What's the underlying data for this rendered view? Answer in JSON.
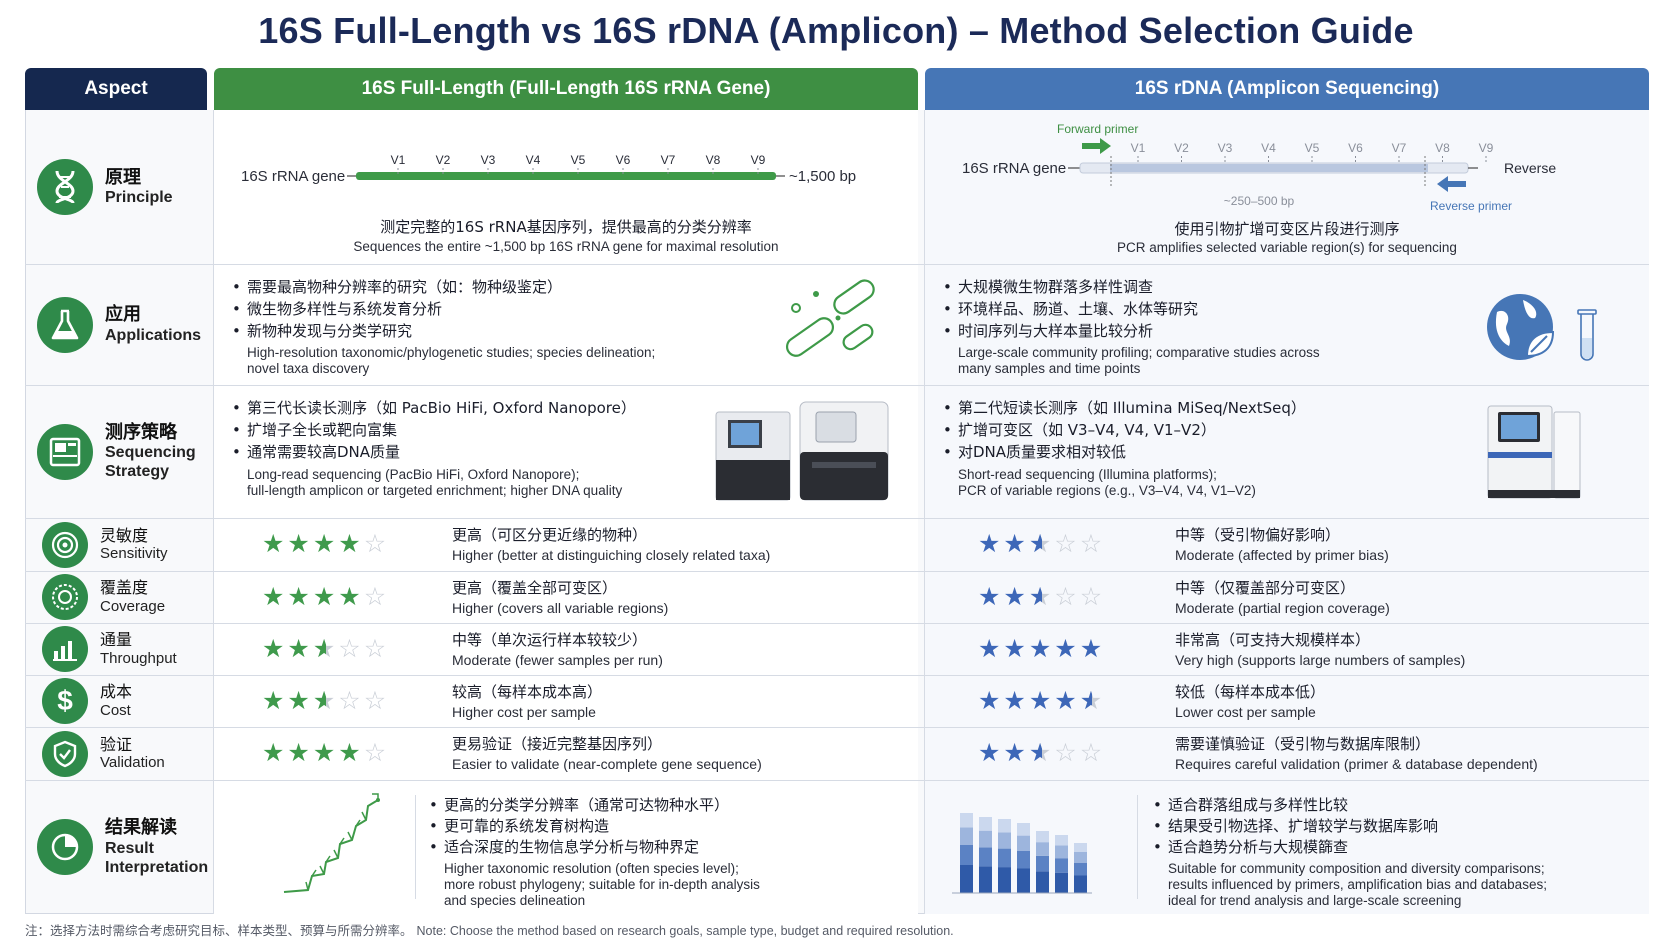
{
  "title": "16S Full-Length vs 16S rDNA (Amplicon) – Method Selection Guide",
  "headers": {
    "aspect": "Aspect",
    "full": "16S Full-Length (Full-Length 16S rRNA Gene)",
    "amplicon": "16S rDNA (Amplicon Sequencing)"
  },
  "aspects": [
    {
      "zh": "原理",
      "en": "Principle",
      "icon": "dna-icon"
    },
    {
      "zh": "应用",
      "en": "Applications",
      "icon": "flask-icon"
    },
    {
      "zh": "测序策略",
      "en_line1": "Sequencing",
      "en_line2": "Strategy",
      "icon": "sequencer-icon"
    },
    {
      "zh": "灵敏度",
      "en": "Sensitivity",
      "icon": "target-icon"
    },
    {
      "zh": "覆盖度",
      "en": "Coverage",
      "icon": "coverage-icon"
    },
    {
      "zh": "通量",
      "en": "Throughput",
      "icon": "bar-chart-icon"
    },
    {
      "zh": "成本",
      "en": "Cost",
      "icon": "dollar-icon"
    },
    {
      "zh": "验证",
      "en": "Validation",
      "icon": "shield-check-icon"
    },
    {
      "zh": "结果解读",
      "en_line1": "Result",
      "en_line2": "Interpretation",
      "icon": "pie-chart-icon"
    }
  ],
  "principle": {
    "full": {
      "gene_label": "16S rRNA gene",
      "length_label": "~1,500 bp",
      "regions": [
        "V1",
        "V2",
        "V3",
        "V4",
        "V5",
        "V6",
        "V7",
        "V8",
        "V9"
      ],
      "zh": "测定完整的16S rRNA基因序列，提供最高的分类分辨率",
      "en": "Sequences the entire ~1,500 bp 16S rRNA gene for maximal resolution"
    },
    "amplicon": {
      "gene_label": "16S rRNA gene",
      "forward_primer": "Forward primer",
      "reverse_label": "Reverse",
      "reverse_primer": "Reverse primer",
      "length_label": "~250–500 bp",
      "regions": [
        "V1",
        "V2",
        "V3",
        "V4",
        "V5",
        "V6",
        "V7",
        "V8",
        "V9"
      ],
      "zh": "使用引物扩增可变区片段进行测序",
      "en": "PCR amplifies selected variable region(s) for sequencing"
    }
  },
  "applications": {
    "full": {
      "bullets": [
        "需要最高物种分辨率的研究（如：物种级鉴定）",
        "微生物多样性与系统发育分析",
        "新物种发现与分类学研究"
      ],
      "en_line1": "High-resolution taxonomic/phylogenetic studies; species delineation;",
      "en_line2": "novel taxa discovery"
    },
    "amplicon": {
      "bullets": [
        "大规模微生物群落多样性调查",
        "环境样品、肠道、土壤、水体等研究",
        "时间序列与大样本量比较分析"
      ],
      "en_line1": "Large-scale community profiling; comparative studies across",
      "en_line2": "many samples and time points"
    }
  },
  "strategy": {
    "full": {
      "bullets": [
        "第三代长读长测序（如 PacBio HiFi, Oxford Nanopore）",
        "扩增子全长或靶向富集",
        "通常需要较高DNA质量"
      ],
      "en_line1": "Long-read sequencing (PacBio HiFi, Oxford Nanopore);",
      "en_line2": "full-length amplicon or targeted enrichment; higher DNA quality"
    },
    "amplicon": {
      "bullets": [
        "第二代短读长测序（如 Illumina MiSeq/NextSeq）",
        "扩增可变区（如 V3–V4, V4, V1–V2）",
        "对DNA质量要求相对较低"
      ],
      "en_line1": "Short-read sequencing (Illumina platforms);",
      "en_line2": "PCR of variable regions (e.g., V3–V4, V4, V1–V2)"
    }
  },
  "ratings": [
    {
      "full": {
        "stars": 4,
        "zh": "更高（可区分更近缘的物种）",
        "en": "Higher (better at distinguiching closely related taxa)"
      },
      "amplicon": {
        "stars": 2.5,
        "zh": "中等（受引物偏好影响）",
        "en": "Moderate (affected by primer bias)"
      }
    },
    {
      "full": {
        "stars": 4,
        "zh": "更高（覆盖全部可变区）",
        "en": "Higher (covers all variable regions)"
      },
      "amplicon": {
        "stars": 2.5,
        "zh": "中等（仅覆盖部分可变区）",
        "en": "Moderate (partial region coverage)"
      }
    },
    {
      "full": {
        "stars": 2.5,
        "zh": "中等（单次运行样本较较少）",
        "en": "Moderate (fewer samples per run)"
      },
      "amplicon": {
        "stars": 5,
        "zh": "非常高（可支持大规模样本）",
        "en": "Very high (supports large numbers of samples)"
      }
    },
    {
      "full": {
        "stars": 2.5,
        "zh": "较高（每样本成本高）",
        "en": "Higher cost per sample"
      },
      "amplicon": {
        "stars": 4.5,
        "zh": "较低（每样本成本低）",
        "en": "Lower cost per sample"
      }
    },
    {
      "full": {
        "stars": 4,
        "zh": "更易验证（接近完整基因序列）",
        "en": "Easier to validate (near-complete gene sequence)"
      },
      "amplicon": {
        "stars": 2.5,
        "zh": "需要谨慎验证（受引物与数据库限制）",
        "en": "Requires careful validation (primer & database dependent)"
      }
    }
  ],
  "results": {
    "full": {
      "bullets": [
        "更高的分类学分辨率（通常可达物种水平）",
        "更可靠的系统发育树构造",
        "适合深度的生物信息学分析与物种界定"
      ],
      "en_line1": "Higher taxonomic resolution (often species level);",
      "en_line2": "more robust phylogeny; suitable for in-depth analysis",
      "en_line3": "and species delineation"
    },
    "amplicon": {
      "bullets": [
        "适合群落组成与多样性比较",
        "结果受引物选择、扩增较学与数据库影响",
        "适合趋势分析与大规模篩查"
      ],
      "en_line1": "Suitable for community composition and diversity comparisons;",
      "en_line2": "results influenced by primers, amplification bias and databases;",
      "en_line3": "ideal for trend analysis and large-scale screening"
    }
  },
  "footnote": {
    "zh": "注：选择方法时需综合考虑研究目标、样本类型、预算与所需分辨率。",
    "en": "Note: Choose the method based on research goals, sample type, budget and required resolution."
  },
  "colors": {
    "green": "#3e8f43",
    "blue": "#4676b6",
    "navy": "#15284f",
    "icon_green": "#2f8a4a"
  }
}
